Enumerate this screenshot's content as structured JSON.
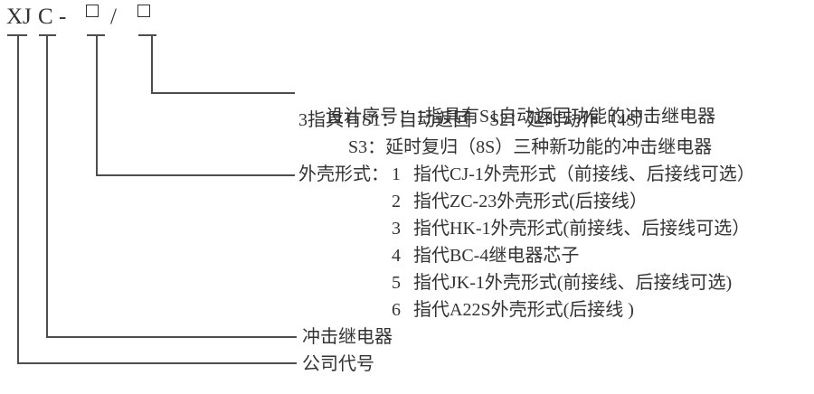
{
  "colors": {
    "background": "#ffffff",
    "text": "#333333",
    "line": "#4d4d4d"
  },
  "model_code": {
    "full": "XJC-□/□",
    "prefix": "XJ",
    "type_letter": "C",
    "separator": "-",
    "slash": "/"
  },
  "design_serial": {
    "label": "设计序号：",
    "line1": "1指具有S1自动返回功能的冲击继电器",
    "line2": "3指具有S1：自动返回　S2：延时动作（4S）",
    "line3": "S3：延时复归（8S）三种新功能的冲击继电器"
  },
  "case_form": {
    "label": "外壳形式：",
    "items": [
      {
        "num": "1",
        "desc": "指代CJ-1外壳形式（前接线、后接线可选）"
      },
      {
        "num": "2",
        "desc": "指代ZC-23外壳形式(后接线）"
      },
      {
        "num": "3",
        "desc": "指代HK-1外壳形式(前接线、后接线可选）"
      },
      {
        "num": "4",
        "desc": "指代BC-4继电器芯子"
      },
      {
        "num": "5",
        "desc": "指代JK-1外壳形式(前接线、后接线可选)"
      },
      {
        "num": "6",
        "desc": "指代A22S外壳形式(后接线 )"
      }
    ]
  },
  "impact_relay": {
    "label": "冲击继电器"
  },
  "company_code": {
    "label": "公司代号"
  }
}
